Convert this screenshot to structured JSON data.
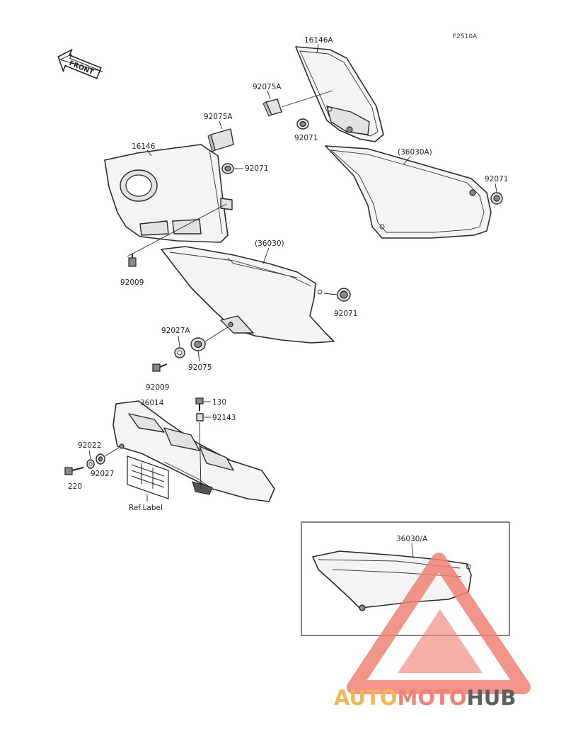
{
  "diagram_code": "F2510A",
  "front_arrow_label": "FRONT",
  "reference_label": "Ref.Label",
  "parts": {
    "p16146A": "16146A",
    "p92075A_top": "92075A",
    "p92071_top": "92071",
    "p36030A": "(36030A)",
    "p92071_right": "92071",
    "p92075A_mid": "92075A",
    "p16146": "16146",
    "p92071_mid": "92071",
    "p36030": "(36030)",
    "p92009_a": "92009",
    "p92071_low": "92071",
    "p92027A": "92027A",
    "p92075": "92075",
    "p92009_b": "92009",
    "p36014": "36014",
    "p130": "130",
    "p92143": "92143",
    "p92022": "92022",
    "p92027": "92027",
    "p220": "220",
    "p36030_inset": "36030/A"
  },
  "watermark": {
    "part1": "AUTO",
    "part2": "MOTO",
    "part3": "HUB",
    "color_orange": "#f6b554",
    "color_red": "#ef8275",
    "color_gray": "#5f5f5f"
  }
}
